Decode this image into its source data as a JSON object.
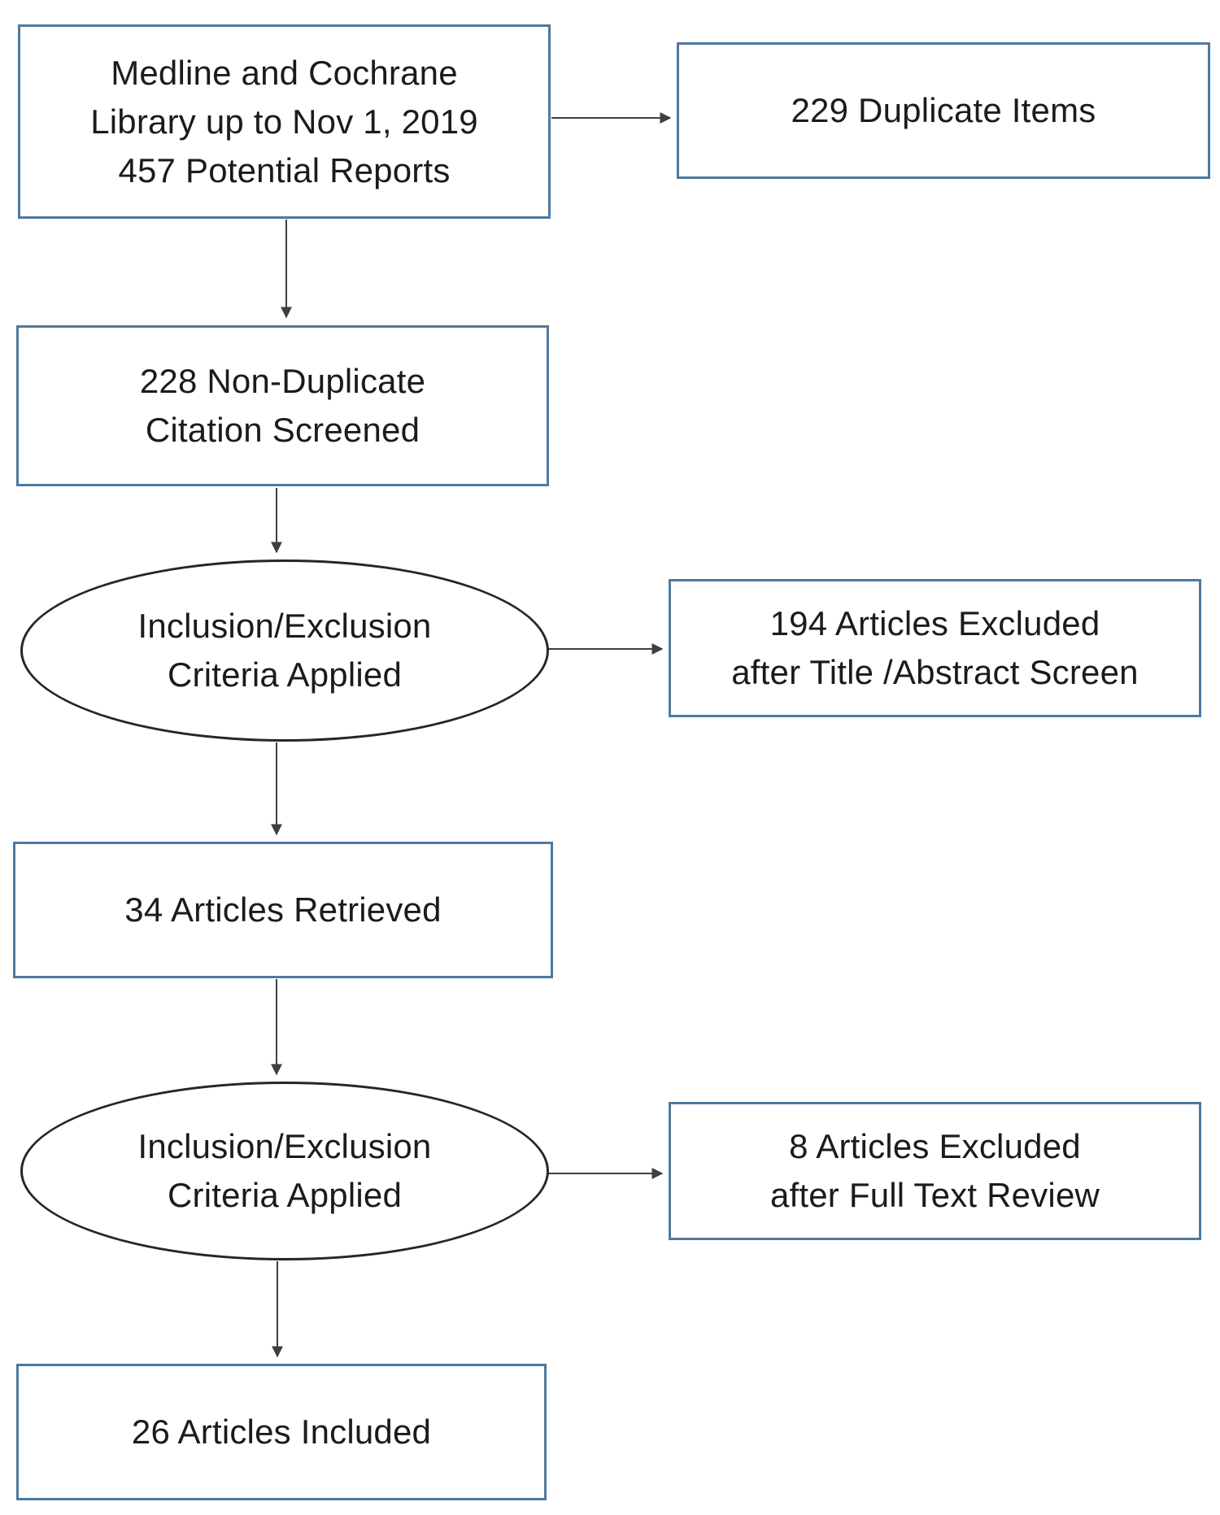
{
  "colors": {
    "box_border": "#4e799f",
    "ellipse_border": "#262626",
    "arrow": "#3f3f3f",
    "text": "#1b1b1b",
    "background": "#ffffff"
  },
  "flowchart": {
    "nodes": {
      "source": {
        "shape": "rectangle",
        "lines": [
          "Medline and Cochrane",
          "Library up to Nov 1, 2019",
          "457 Potential Reports"
        ]
      },
      "duplicates": {
        "shape": "rectangle",
        "lines": [
          "229 Duplicate Items"
        ]
      },
      "screened": {
        "shape": "rectangle",
        "lines": [
          "228 Non-Duplicate",
          "Citation Screened"
        ]
      },
      "criteria1": {
        "shape": "ellipse",
        "lines": [
          "Inclusion/Exclusion",
          "Criteria Applied"
        ]
      },
      "excluded_title_abstract": {
        "shape": "rectangle",
        "lines": [
          "194 Articles Excluded",
          "after Title /Abstract Screen"
        ]
      },
      "retrieved": {
        "shape": "rectangle",
        "lines": [
          "34 Articles Retrieved"
        ]
      },
      "criteria2": {
        "shape": "ellipse",
        "lines": [
          "Inclusion/Exclusion",
          "Criteria Applied"
        ]
      },
      "excluded_full_text": {
        "shape": "rectangle",
        "lines": [
          "8 Articles Excluded",
          "after Full Text Review"
        ]
      },
      "included": {
        "shape": "rectangle",
        "lines": [
          "26 Articles Included"
        ]
      }
    },
    "edges": [
      {
        "from": "source",
        "to": "duplicates"
      },
      {
        "from": "source",
        "to": "screened"
      },
      {
        "from": "screened",
        "to": "criteria1"
      },
      {
        "from": "criteria1",
        "to": "excluded_title_abstract"
      },
      {
        "from": "criteria1",
        "to": "retrieved"
      },
      {
        "from": "retrieved",
        "to": "criteria2"
      },
      {
        "from": "criteria2",
        "to": "excluded_full_text"
      },
      {
        "from": "criteria2",
        "to": "included"
      }
    ]
  }
}
